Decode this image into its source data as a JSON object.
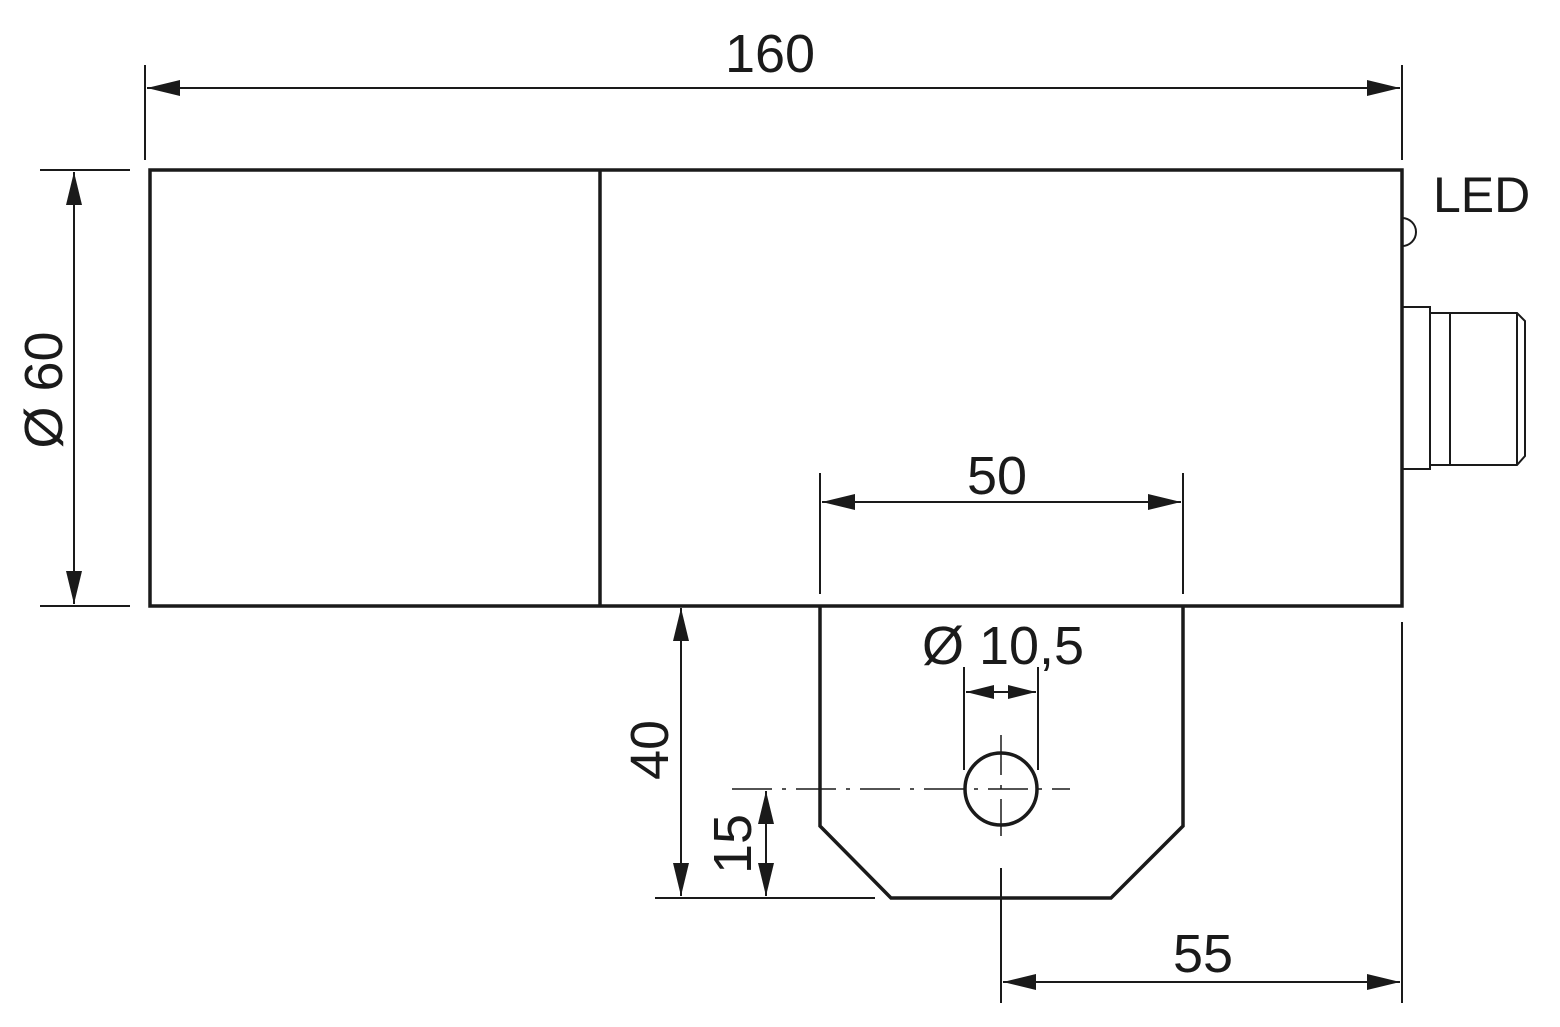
{
  "dimensions": {
    "total_length": "160",
    "diameter": "Ø 60",
    "mount_width": "50",
    "hole_diameter": "Ø 10,5",
    "mount_height": "40",
    "hole_offset": "15",
    "hole_to_end": "55"
  },
  "labels": {
    "led": "LED"
  }
}
